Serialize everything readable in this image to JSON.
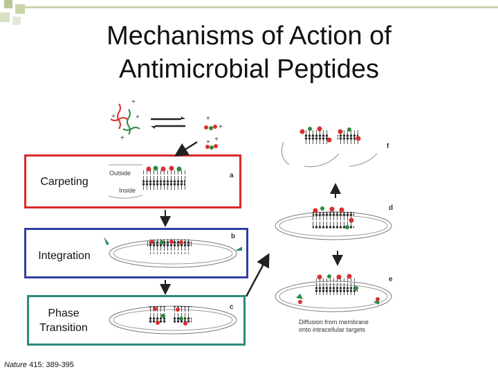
{
  "title": {
    "line1": "Mechanisms of Action of",
    "line2": "Antimicrobial Peptides"
  },
  "colors": {
    "carpeting_border": "#d82a2a",
    "integration_border": "#2e3e9e",
    "phase_border": "#2a8a7a",
    "peptide_red": "#d83030",
    "peptide_green": "#2f8a3f",
    "corner_green": "#b8c994"
  },
  "panels": {
    "carpeting": {
      "label": "Carpeting"
    },
    "integration": {
      "label": "Integration"
    },
    "phase_transition": {
      "line1": "Phase",
      "line2": "Transition"
    }
  },
  "figure": {
    "membrane_outside": "Outside",
    "membrane_inside": "Inside",
    "charge_symbol": "+",
    "step_labels": {
      "a": "a",
      "b": "b",
      "c": "c",
      "d": "d",
      "e": "e",
      "f": "f"
    },
    "diffusion_note": {
      "line1": "Diffusion from membrane",
      "line2": "onto intracellular targets"
    }
  },
  "citation": {
    "journal": "Nature",
    "reference": " 415: 389-395"
  }
}
